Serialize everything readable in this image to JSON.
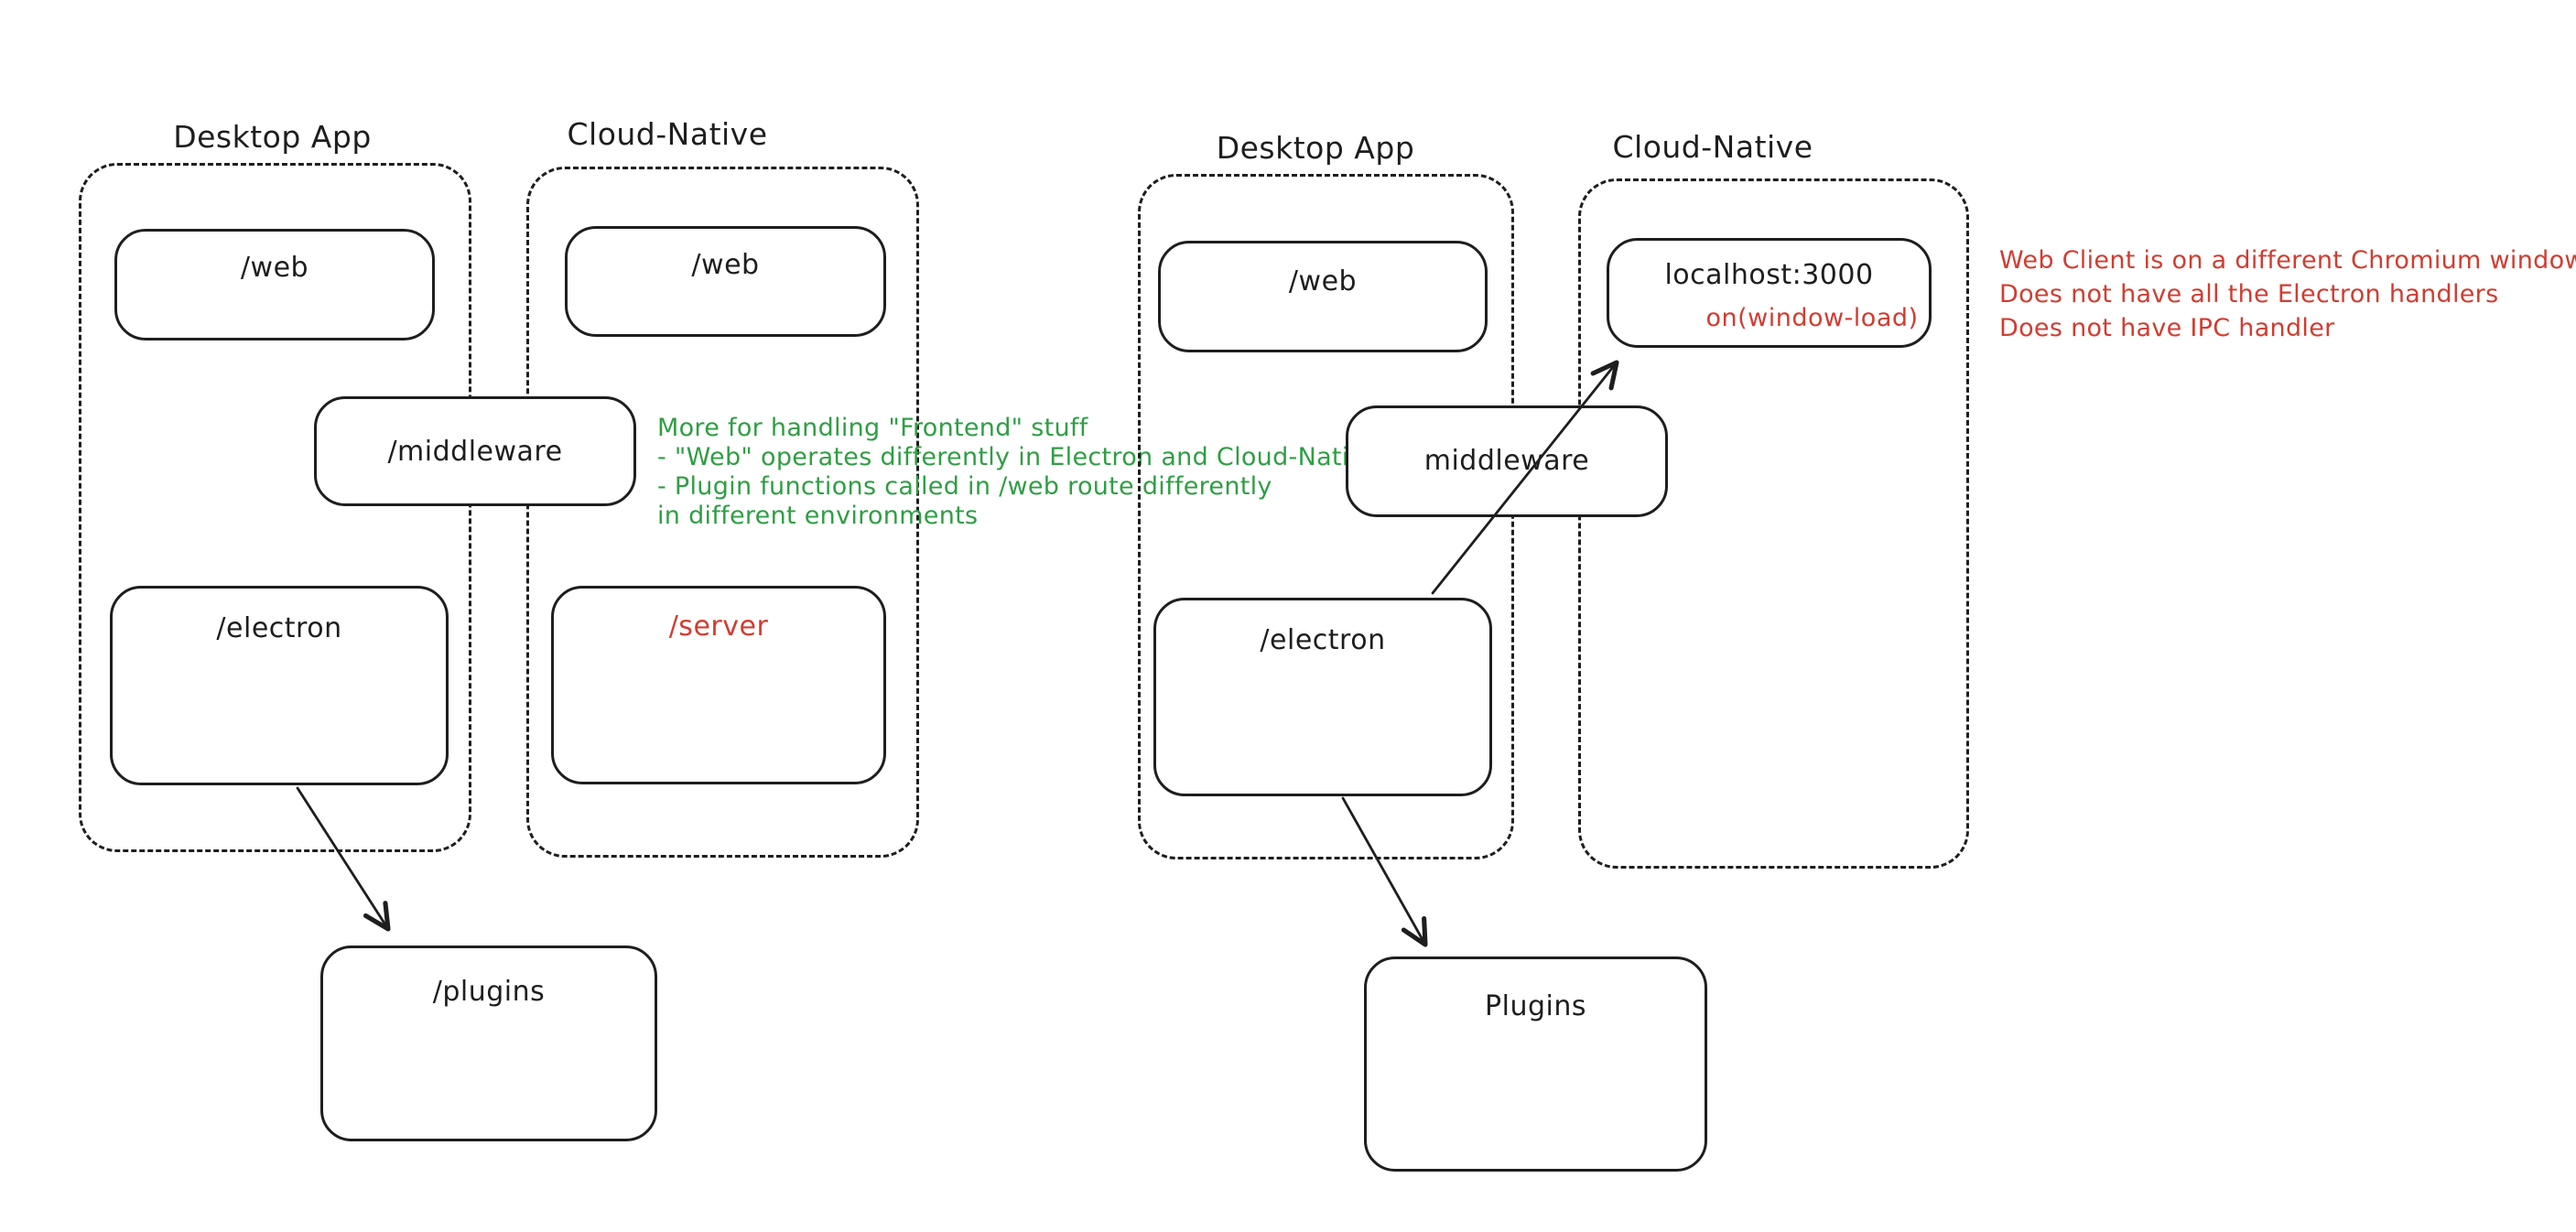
{
  "colors": {
    "stroke": "#1e1e1e",
    "red": "#d23c31",
    "green": "#2f9e44",
    "background": "#ffffff"
  },
  "left_diagram": {
    "desktop_app": {
      "title": "Desktop App",
      "boxes": {
        "web": "/web",
        "electron": "/electron"
      }
    },
    "cloud_native": {
      "title": "Cloud-Native",
      "boxes": {
        "web": "/web",
        "server": "/server"
      }
    },
    "middleware_label": "/middleware",
    "plugins_label": "/plugins"
  },
  "right_diagram": {
    "desktop_app": {
      "title": "Desktop App",
      "boxes": {
        "web": "/web",
        "electron": "/electron"
      }
    },
    "cloud_native": {
      "title": "Cloud-Native",
      "boxes": {
        "localhost": "localhost:3000",
        "window_load": "on(window-load)"
      }
    },
    "middleware_label": "middleware",
    "plugins_label": "Plugins"
  },
  "annotations": {
    "green_note": {
      "lines": [
        "More for handling \"Frontend\" stuff",
        "- \"Web\" operates differently in Electron and Cloud-Native",
        "- Plugin functions called in /web route differently",
        "in different environments"
      ]
    },
    "red_note": {
      "lines": [
        "Web Client is on a different Chromium window",
        "Does not have all the Electron handlers",
        "Does not have IPC handler"
      ]
    }
  }
}
